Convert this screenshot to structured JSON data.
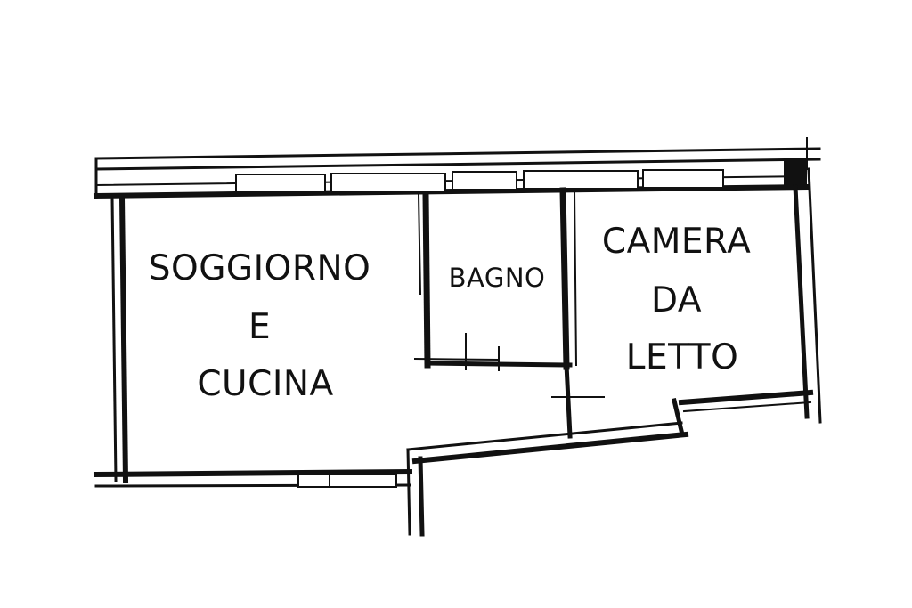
{
  "floorplan": {
    "rooms": [
      {
        "id": "soggiorno",
        "lines": [
          "SOGGIORNO",
          "E",
          "CUCINA"
        ]
      },
      {
        "id": "bagno",
        "lines": [
          "BAGNO"
        ]
      },
      {
        "id": "camera",
        "lines": [
          "CAMERA",
          "DA",
          "LETTO"
        ]
      }
    ]
  },
  "colors": {
    "ink": "#111111",
    "background": "#ffffff"
  }
}
